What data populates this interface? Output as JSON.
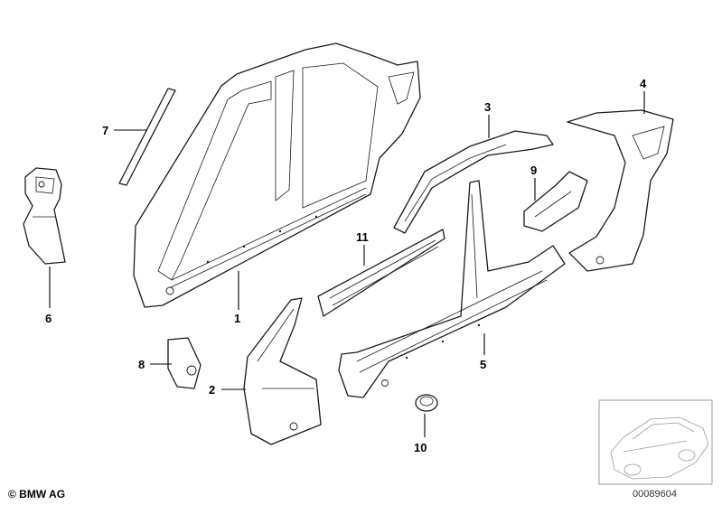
{
  "callouts": [
    "1",
    "2",
    "3",
    "4",
    "5",
    "6",
    "7",
    "8",
    "9",
    "10",
    "11"
  ],
  "copyright": "© BMW AG",
  "document_number": "00089604",
  "icons": {
    "thumbnail": "car-overview-icon"
  }
}
